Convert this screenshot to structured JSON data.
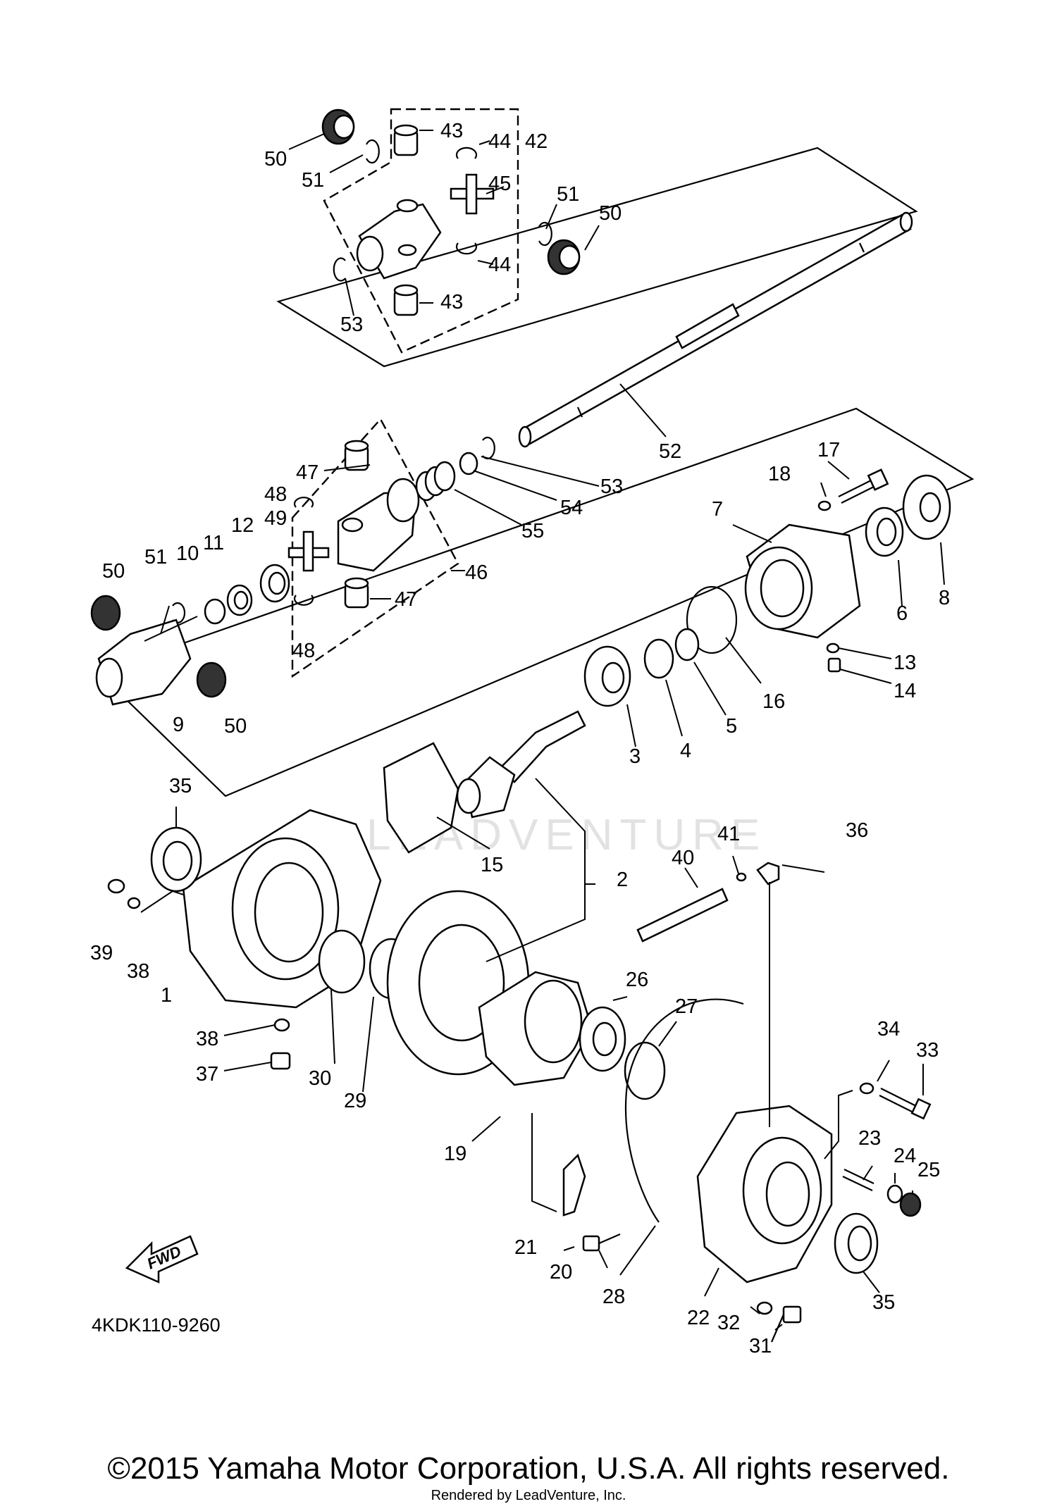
{
  "diagram": {
    "code": "4KDK110-9260",
    "fwd_label": "FWD",
    "watermark": "LEADVENTURE",
    "labels": {
      "1": "1",
      "2": "2",
      "3": "3",
      "4": "4",
      "5": "5",
      "6": "6",
      "7": "7",
      "8": "8",
      "9": "9",
      "10": "10",
      "11": "11",
      "12": "12",
      "13": "13",
      "14": "14",
      "15": "15",
      "16": "16",
      "17": "17",
      "18": "18",
      "19": "19",
      "20": "20",
      "21": "21",
      "22": "22",
      "23": "23",
      "24": "24",
      "25": "25",
      "26": "26",
      "27": "27",
      "28": "28",
      "29": "29",
      "30": "30",
      "31": "31",
      "32": "32",
      "33": "33",
      "34": "34",
      "35": "35",
      "36": "36",
      "37": "37",
      "38": "38",
      "39": "39",
      "40": "40",
      "41": "41",
      "42": "42",
      "43": "43",
      "44": "44",
      "45": "45",
      "46": "46",
      "47": "47",
      "48": "48",
      "49": "49",
      "50": "50",
      "51": "51",
      "52": "52",
      "53": "53",
      "54": "54",
      "55": "55"
    }
  },
  "footer": {
    "copyright": "©2015 Yamaha Motor Corporation, U.S.A. All rights reserved.",
    "rendered_by": "Rendered by LeadVenture, Inc."
  }
}
